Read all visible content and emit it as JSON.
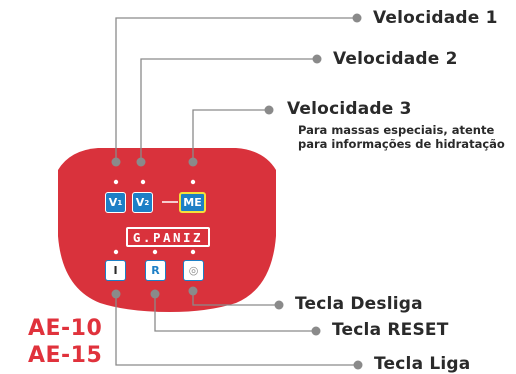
{
  "labels": {
    "speed1": "Velocidade 1",
    "speed2": "Velocidade 2",
    "speed3": "Velocidade 3",
    "speed3_note": "Para massas especiais, atente para informações de hidratação",
    "off_key": "Tecla Desliga",
    "reset_key": "Tecla RESET",
    "on_key": "Tecla Liga"
  },
  "panel": {
    "brand": "G.PANIZ",
    "key_v1": "V",
    "key_v1_sub": "1",
    "key_v2": "V",
    "key_v2_sub": "2",
    "key_me": "ME",
    "key_on": "I",
    "key_reset": "R",
    "key_off": "◎"
  },
  "models": {
    "first": "AE-10",
    "second": "AE-15"
  },
  "colors": {
    "panel_red": "#d9323c",
    "model_red": "#e0323c",
    "key_blue": "#1d7fc6",
    "me_border": "#f4e03a",
    "leader_gray": "#8a8a8a",
    "text": "#2a2a2a"
  }
}
